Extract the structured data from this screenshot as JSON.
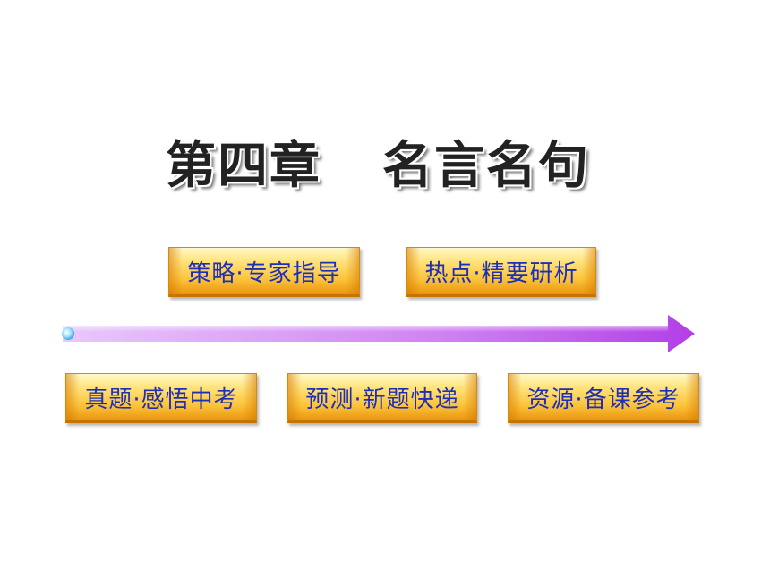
{
  "title": {
    "chapter": "第四章",
    "name": "名言名句"
  },
  "nav": {
    "strategy": "策略·专家指导",
    "hotspot": "热点·精要研析",
    "real_exam": "真题·感悟中考",
    "forecast": "预测·新题快递",
    "resources": "资源·备课参考"
  },
  "colors": {
    "button_text": "#1d2fb8",
    "arrow_start": "#e9c8fb",
    "arrow_end": "#b23fe6"
  }
}
